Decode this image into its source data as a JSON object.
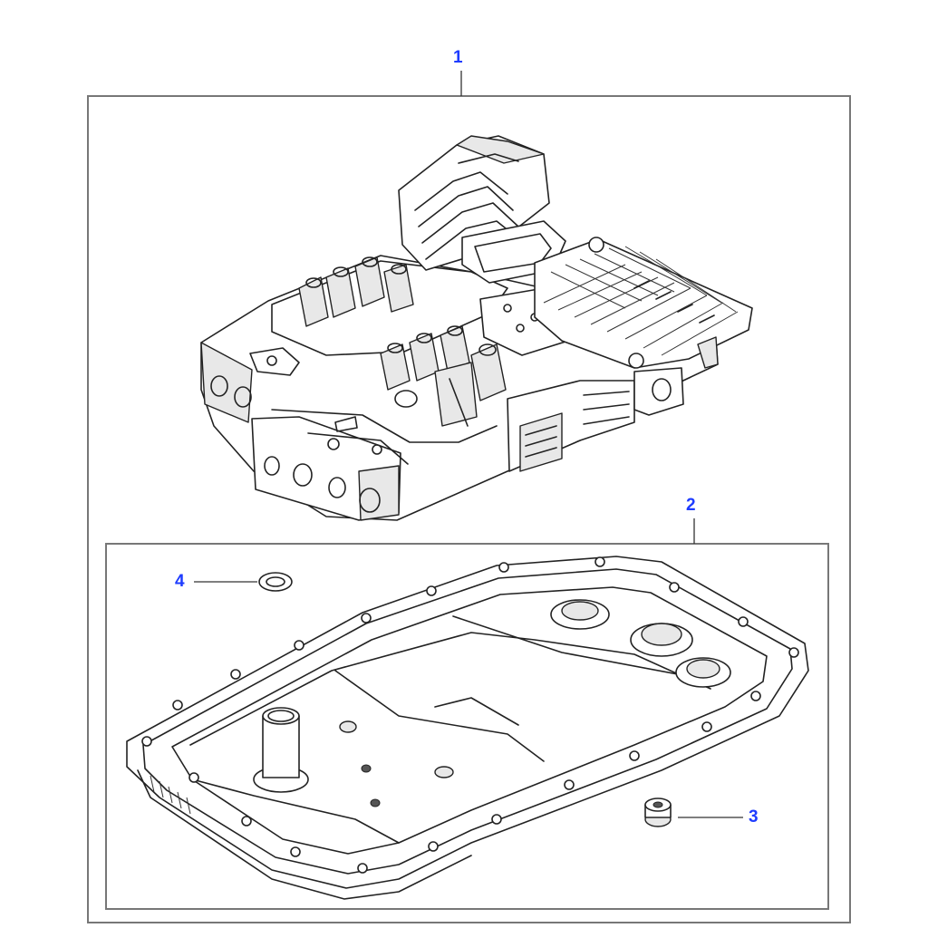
{
  "diagram": {
    "callouts": [
      {
        "id": "1",
        "label": "1",
        "part": "valve-body-assembly"
      },
      {
        "id": "2",
        "label": "2",
        "part": "oil-pan"
      },
      {
        "id": "3",
        "label": "3",
        "part": "drain-plug"
      },
      {
        "id": "4",
        "label": "4",
        "part": "sealing-washer"
      }
    ],
    "colors": {
      "callout_text": "#1e3cff",
      "line_art": "#222222",
      "frame": "#777777",
      "background": "#ffffff"
    }
  }
}
